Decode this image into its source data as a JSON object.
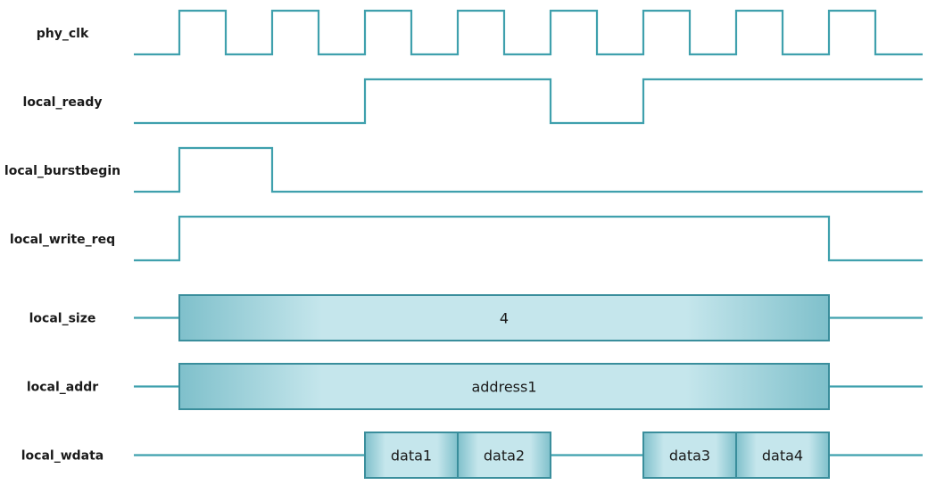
{
  "diagram": {
    "colors": {
      "wave": "#3fa0ad",
      "bus_edge": "#7fc0cb",
      "bus_center": "#c5e6ec",
      "bus_border": "#3a8e9c"
    },
    "signals": [
      {
        "id": "phy_clk",
        "label": "phy_clk",
        "kind": "digital",
        "initial": 0,
        "transitions": [
          1,
          1.5,
          2,
          2.5,
          3,
          3.5,
          4,
          4.5,
          5,
          5.5,
          6,
          6.5,
          7,
          7.5,
          8,
          8.5
        ]
      },
      {
        "id": "local_ready",
        "label": "local_ready",
        "kind": "digital",
        "initial": 0,
        "transitions": [
          3,
          5,
          6
        ]
      },
      {
        "id": "local_burstbegin",
        "label": "local_burstbegin",
        "kind": "digital",
        "initial": 0,
        "transitions": [
          1,
          2
        ]
      },
      {
        "id": "local_write_req",
        "label": "local_write_req",
        "kind": "digital",
        "initial": 0,
        "transitions": [
          1,
          8
        ]
      },
      {
        "id": "local_size",
        "label": "local_size",
        "kind": "bus",
        "segments": [
          {
            "start": 1,
            "end": 8,
            "label": "4"
          }
        ]
      },
      {
        "id": "local_addr",
        "label": "local_addr",
        "kind": "bus",
        "segments": [
          {
            "start": 1,
            "end": 8,
            "label": "address1"
          }
        ]
      },
      {
        "id": "local_wdata",
        "label": "local_wdata",
        "kind": "bus",
        "segments": [
          {
            "start": 3,
            "end": 4,
            "label": "data1"
          },
          {
            "start": 4,
            "end": 5,
            "label": "data2"
          },
          {
            "start": 6,
            "end": 7,
            "label": "data3"
          },
          {
            "start": 7,
            "end": 8,
            "label": "data4"
          }
        ]
      }
    ]
  }
}
